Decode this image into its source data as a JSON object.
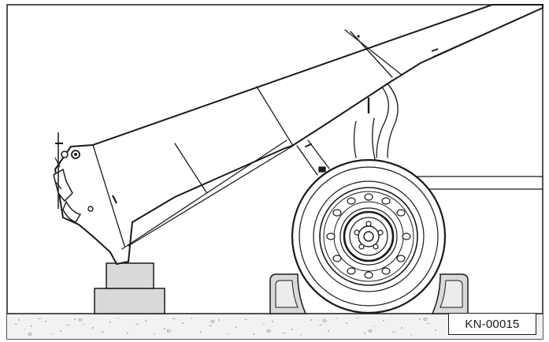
{
  "figure": {
    "reference_code": "KN-00015",
    "colors": {
      "ink": "#1a1a1a",
      "paper": "#ffffff",
      "block_fill": "#d9d9d9",
      "ground_fill": "#f2f2f2"
    },
    "parts": [
      "outer-frame",
      "ground-strip",
      "support-block-upper",
      "support-block-lower",
      "wheel-chock-left",
      "wheel-chock-right",
      "tire",
      "wheel-rim",
      "lug-nut-ring",
      "hub",
      "tilted-body",
      "tailgate-hinge",
      "frame-rail",
      "hydraulic-strut"
    ]
  }
}
